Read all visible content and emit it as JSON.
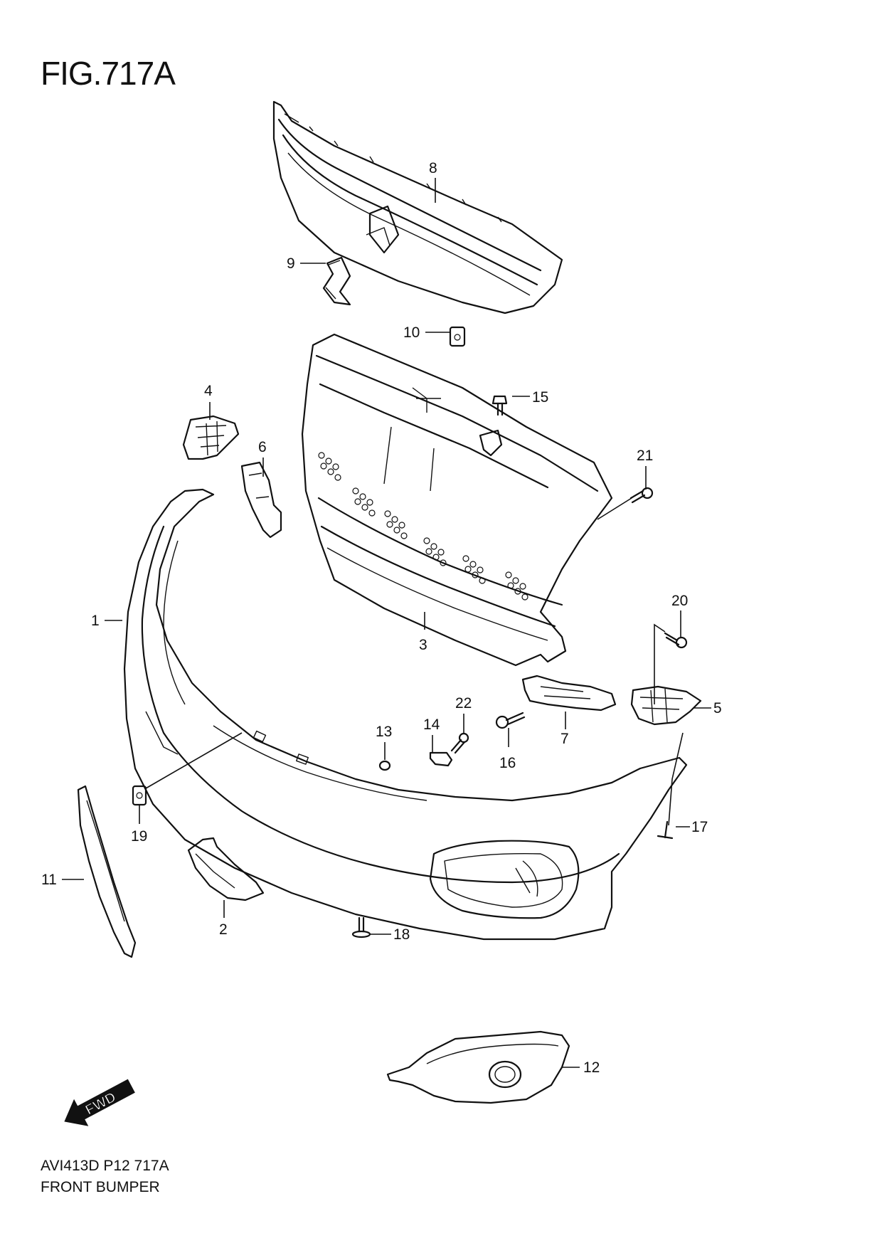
{
  "figure": {
    "title": "FIG.717A",
    "footer_code": "AVI413D P12 717A",
    "footer_name": "FRONT BUMPER",
    "direction_label": "FWD"
  },
  "callouts": [
    {
      "id": "c1",
      "label": "1"
    },
    {
      "id": "c2",
      "label": "2"
    },
    {
      "id": "c3",
      "label": "3"
    },
    {
      "id": "c4",
      "label": "4"
    },
    {
      "id": "c5",
      "label": "5"
    },
    {
      "id": "c6",
      "label": "6"
    },
    {
      "id": "c7",
      "label": "7"
    },
    {
      "id": "c8",
      "label": "8"
    },
    {
      "id": "c9",
      "label": "9"
    },
    {
      "id": "c10",
      "label": "10"
    },
    {
      "id": "c11",
      "label": "11"
    },
    {
      "id": "c12",
      "label": "12"
    },
    {
      "id": "c13",
      "label": "13"
    },
    {
      "id": "c14",
      "label": "14"
    },
    {
      "id": "c15",
      "label": "15"
    },
    {
      "id": "c16",
      "label": "16"
    },
    {
      "id": "c17",
      "label": "17"
    },
    {
      "id": "c18",
      "label": "18"
    },
    {
      "id": "c19",
      "label": "19"
    },
    {
      "id": "c20",
      "label": "20"
    },
    {
      "id": "c21",
      "label": "21"
    },
    {
      "id": "c22",
      "label": "22"
    }
  ]
}
